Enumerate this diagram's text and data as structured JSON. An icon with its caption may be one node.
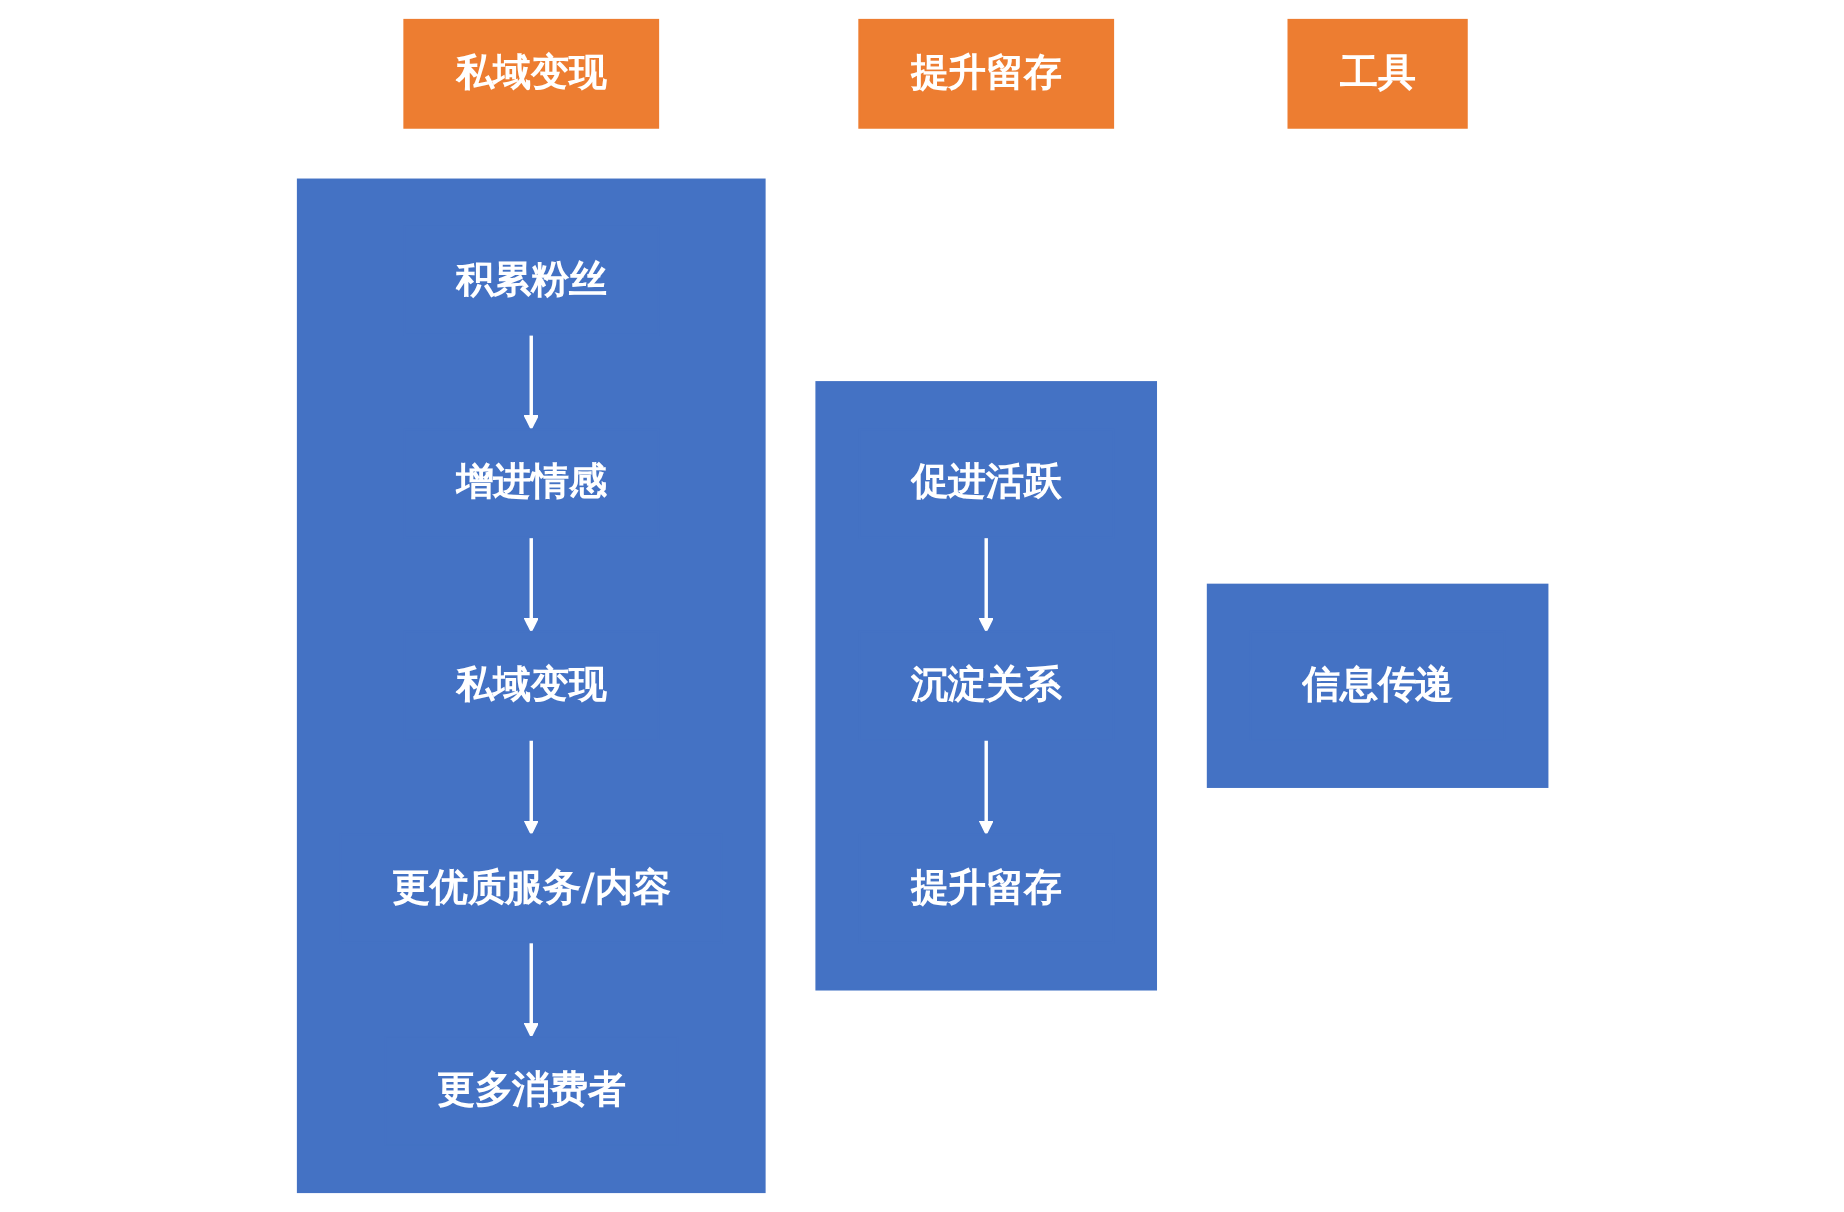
{
  "diagram": {
    "nodes": [
      {
        "text": [
          "私域变现"
        ]
      },
      {
        "text": [],
        "shape": "box"
      },
      {
        "text": [
          "积累粉丝"
        ],
        "in": 1
      },
      {
        "text": [
          "增进情感"
        ],
        "in": 1
      },
      {
        "text": [
          "私域变现"
        ],
        "in": 1
      },
      {
        "text": [
          "更优质服务/内容"
        ],
        "in": 1
      },
      {
        "text": [
          "更多消费者"
        ],
        "in": 1
      },
      {
        "text": [
          "提升留存"
        ]
      },
      {
        "text": [],
        "shape": "box"
      },
      {
        "text": [
          "促进活跃"
        ],
        "in": 8
      },
      {
        "text": [
          "沉淀关系"
        ],
        "in": 8
      },
      {
        "text": [
          "提升留存"
        ],
        "in": 8
      },
      {
        "text": [
          "工具"
        ]
      },
      {
        "text": [],
        "shape": "box"
      },
      {
        "text": [
          "信息传递"
        ],
        "in": 13
      }
    ],
    "edges": [
      {
        "from": 2,
        "to": 3,
        "arrow": "to"
      },
      {
        "from": 3,
        "to": 4,
        "arrow": "to"
      },
      {
        "from": 4,
        "to": 5,
        "arrow": "to"
      },
      {
        "from": 5,
        "to": 6,
        "arrow": "to"
      },
      {
        "from": 9,
        "to": 10,
        "arrow": "to"
      },
      {
        "from": 10,
        "to": 11,
        "arrow": "to"
      }
    ]
  }
}
